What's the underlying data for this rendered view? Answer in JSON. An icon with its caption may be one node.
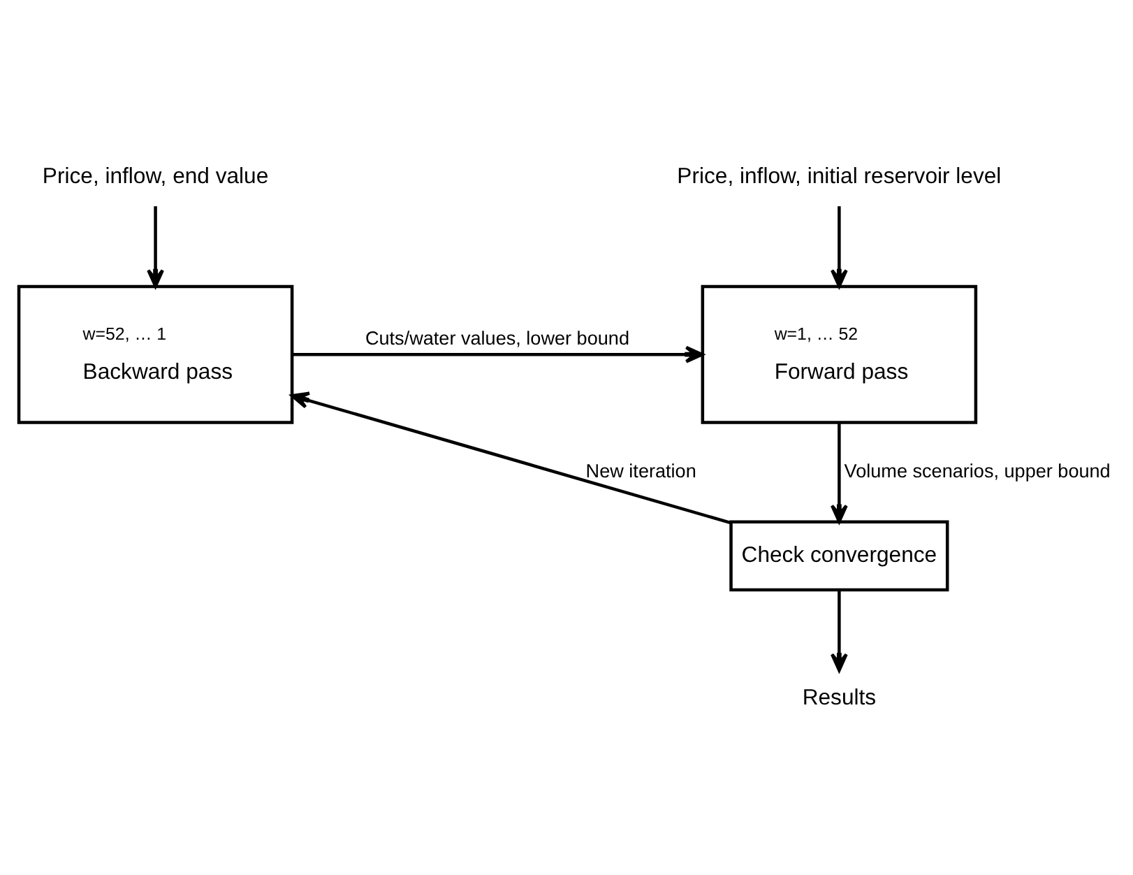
{
  "diagram": {
    "nodes": [
      {
        "text": [
          "Price, inflow, end value"
        ]
      },
      {
        "text": [
          "w=52, … 1",
          "Backward pass"
        ]
      },
      {
        "text": [
          "Price, inflow, initial reservoir level"
        ]
      },
      {
        "text": [
          "w=1, … 52",
          "Forward pass"
        ]
      },
      {
        "text": [
          "Check convergence"
        ]
      },
      {
        "text": [
          "Results"
        ]
      }
    ],
    "edges": [
      {
        "from": 0,
        "to": 1,
        "arrow": "to"
      },
      {
        "from": 1,
        "to": 3,
        "arrow": "to",
        "label": "Cuts/water values, lower bound"
      },
      {
        "from": 2,
        "to": 3,
        "arrow": "to"
      },
      {
        "from": 3,
        "to": 4,
        "arrow": "to",
        "label": "Volume scenarios, upper bound"
      },
      {
        "from": 4,
        "to": 1,
        "arrow": "to",
        "label": "New iteration"
      },
      {
        "from": 4,
        "to": 5,
        "arrow": "to"
      }
    ]
  }
}
